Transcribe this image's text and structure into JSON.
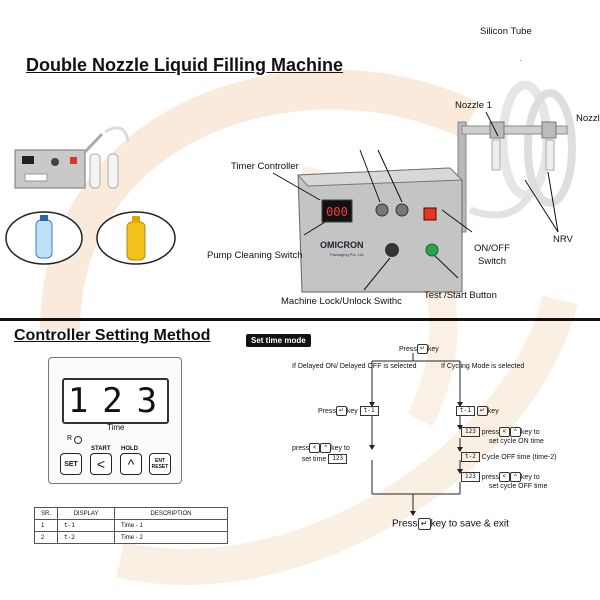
{
  "title": "Double Nozzle Liquid Filling Machine",
  "callouts": {
    "silicon_tube": "Silicon Tube",
    "nozzle1": "Nozzle 1",
    "nozzle2": "Nozzle",
    "timer_controller": "Timer Controller",
    "pump_cleaning": "Pump Cleaning Switch",
    "machine_lock": "Machine Lock/Unlock Swithc",
    "test_start": "Test /Start  Button",
    "on_off_1": "ON/OFF",
    "on_off_2": "Switch",
    "nrv": "NRV"
  },
  "machine": {
    "display": "000",
    "brand": "OMICRON",
    "brand_sub": "Packaging Pvt. Ltd."
  },
  "controller": {
    "title": "Controller Setting Method",
    "tag": "Set time mode",
    "display": [
      "1",
      "2",
      "3"
    ],
    "time_label": "Time",
    "r_label": "R",
    "label_start": "START",
    "label_hold": "HOLD",
    "btn_set": "SET",
    "btn_ent_1": "ENT",
    "btn_ent_2": "RESET",
    "glyph_left": "<",
    "glyph_up": "^"
  },
  "flow": {
    "press_top_a": "Press",
    "press_top_b": "key",
    "left_branch": "If Delayed ON/ Delayed OFF is selected",
    "right_branch": "If Cycling Mode is selected",
    "press_left": "Press",
    "press_left_key": "key",
    "disp_t1": "t-1",
    "disp_t2": "t-1",
    "press_right_key": "key",
    "left_step_a": "press",
    "left_step_b": "key to",
    "left_step_c": "set time",
    "disp_123": "123",
    "right_step1_a": "press",
    "right_step1_b": "key to",
    "right_step1_c": "set cycle ON time",
    "right_step2": "Cycle OFF time (time-2)",
    "right_step3_a": "press",
    "right_step3_b": "key to",
    "right_step3_c": "set cycle OFF time",
    "save_a": "Press",
    "save_b": "key to save & exit",
    "key_glyph_left": "<",
    "key_glyph_up": "^",
    "key_glyph_ent": "↵"
  },
  "table": {
    "headers": [
      "SR.",
      "DISPLAY",
      "DESCRIPTION"
    ],
    "rows": [
      [
        "1",
        "t-1",
        "Time - 1"
      ],
      [
        "2",
        "t-2",
        "Time - 2"
      ]
    ]
  }
}
